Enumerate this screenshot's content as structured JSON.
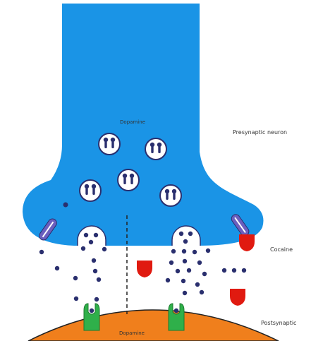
{
  "labels": {
    "presynaptic_top": "Dopamine",
    "presynaptic_neuron": "Presynaptic neuron",
    "cocaine": "Cocaine",
    "postsynaptic": "Postsynaptic",
    "postsynaptic_dopamine": "Dopamine"
  },
  "colors": {
    "presynaptic_fill": "#1a94e6",
    "postsynaptic_fill": "#f07f1c",
    "dopamine_dot": "#2a2f6e",
    "receptor": "#2fb04a",
    "cocaine": "#e01a10",
    "transporter": "#6b5fbf",
    "vesicle_fill": "#ffffff"
  }
}
